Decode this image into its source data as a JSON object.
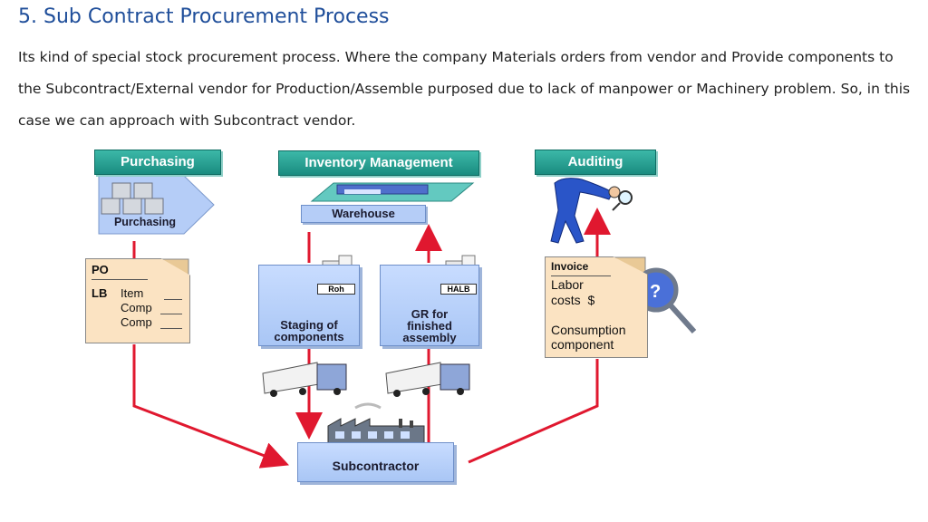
{
  "slide": {
    "title": "5. Sub Contract Procurement Process",
    "paragraph": "Its kind of special stock procurement process. Where the company Materials orders from vendor and Provide components to the Subcontract/External vendor for Production/Assemble purposed due to lack of manpower or Machinery problem. So, in this case we can approach with Subcontract vendor."
  },
  "headers": {
    "purchasing": "Purchasing",
    "inventory": "Inventory Management",
    "auditing": "Auditing"
  },
  "purchasing_box": {
    "label": "Purchasing"
  },
  "warehouse": {
    "label": "Warehouse"
  },
  "po_doc": {
    "po": "PO",
    "lb": "LB",
    "item": "Item",
    "comp1": "Comp",
    "comp2": "Comp"
  },
  "staging": {
    "tag": "Roh",
    "label_line1": "Staging of",
    "label_line2": "components"
  },
  "gr": {
    "tag": "HALB",
    "label_line1": "GR for",
    "label_line2": "finished",
    "label_line3": "assembly"
  },
  "invoice_doc": {
    "invoice": "Invoice",
    "labor": "Labor",
    "costs": "costs  $",
    "consumption": "Consumption",
    "component": "component"
  },
  "question_mark": "?",
  "subcontractor": {
    "label": "Subcontractor"
  },
  "colors": {
    "header_teal": "#1a8c80",
    "arrow_red": "#e0182f",
    "doc_fill": "#fbe3c2",
    "box_blue": "#b5cdf7"
  }
}
